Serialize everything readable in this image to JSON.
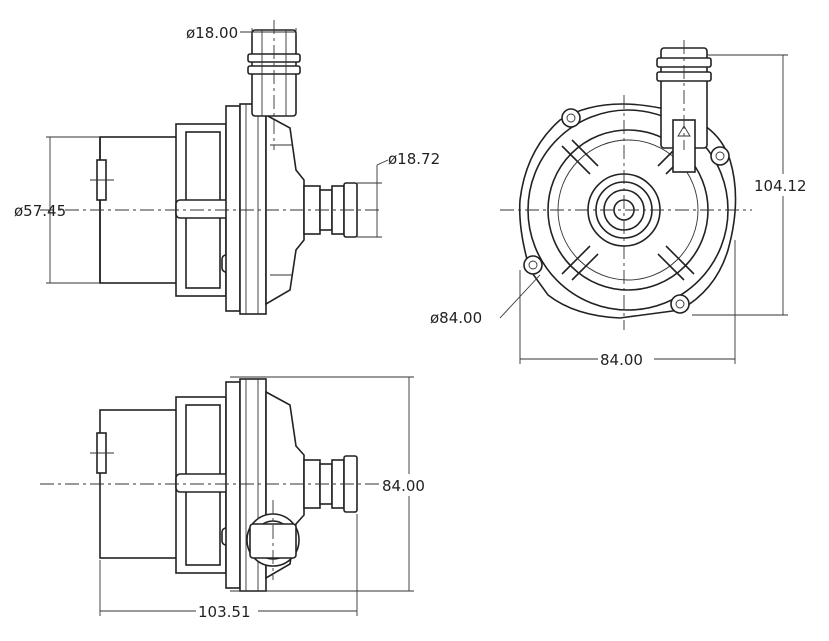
{
  "dimensions": {
    "inlet_diameter": "ø18.00",
    "outlet_diameter": "ø18.72",
    "motor_diameter": "ø57.45",
    "mount_circle_diameter": "ø84.00",
    "front_width": "84.00",
    "front_height": "104.12",
    "bottom_height": "84.00",
    "bottom_length": "103.51"
  }
}
